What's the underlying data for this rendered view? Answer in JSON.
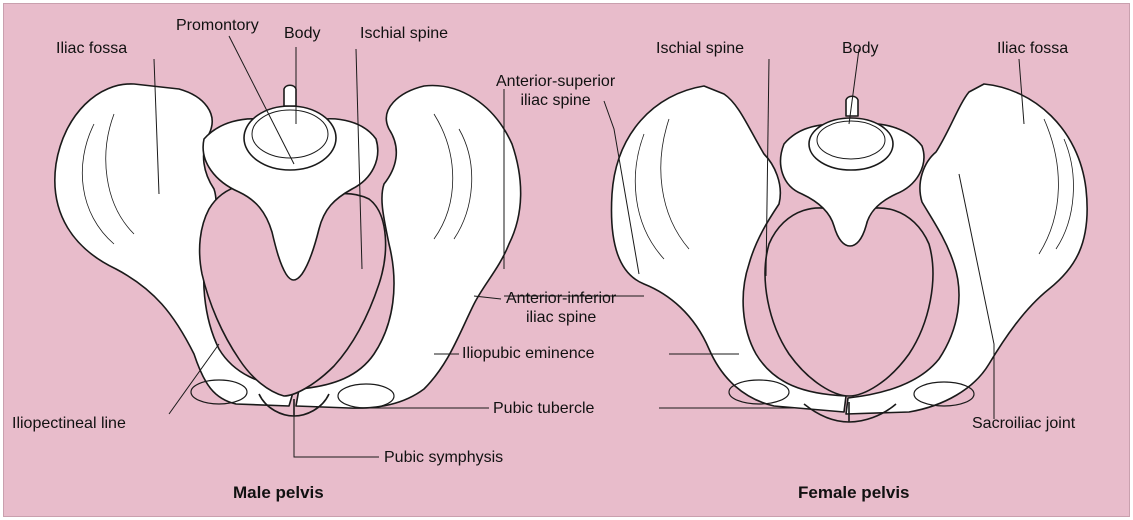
{
  "male": {
    "title": "Male pelvis",
    "labels": {
      "iliac_fossa": "Iliac fossa",
      "promontory": "Promontory",
      "body": "Body",
      "ischial_spine": "Ischial spine",
      "iliopectineal_line": "Iliopectineal line",
      "pubic_symphysis": "Pubic symphysis"
    }
  },
  "shared": {
    "anterior_superior": "Anterior-superior\niliac spine",
    "anterior_inferior": "Anterior-inferior\niliac spine",
    "iliopubic_eminence": "Iliopubic eminence",
    "pubic_tubercle": "Pubic tubercle"
  },
  "female": {
    "title": "Female pelvis",
    "labels": {
      "ischial_spine": "Ischial spine",
      "body": "Body",
      "iliac_fossa": "Iliac fossa",
      "sacroiliac_joint": "Sacroiliac joint"
    }
  },
  "colors": {
    "background": "#e8bccb",
    "bone": "#ffffff",
    "outline": "#1a1a1a"
  }
}
